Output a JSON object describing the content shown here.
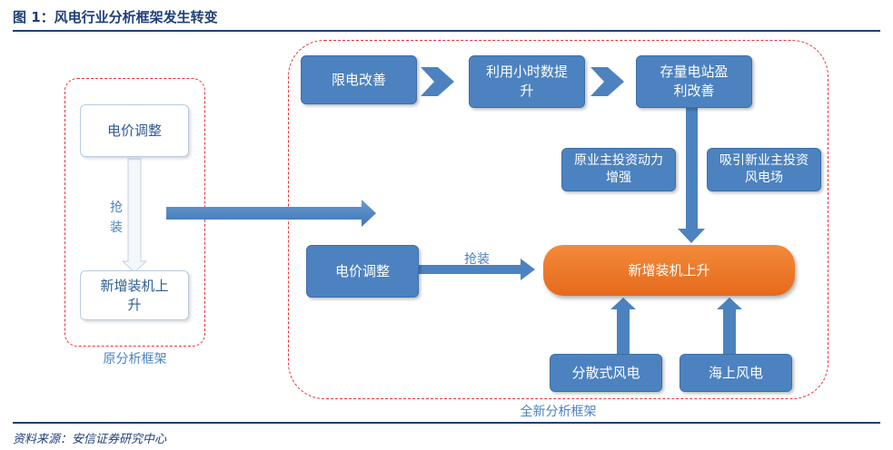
{
  "title": "图 1：风电行业分析框架发生转变",
  "source": "资料来源：安信证券研究中心",
  "old_framework": {
    "label": "原分析框架",
    "box_top": "电价调整",
    "arrow_label": "抢装",
    "box_bottom": "新增装机上升"
  },
  "new_framework": {
    "label": "全新分析框架",
    "top_row": [
      "限电改善",
      "利用小时数提升",
      "存量电站盈利改善"
    ],
    "side_left": "原业主投资动力增强",
    "side_right": "吸引新业主投资风电场",
    "center": "新增装机上升",
    "left_box": "电价调整",
    "arrow_label": "抢装",
    "bottom_row": [
      "分散式风电",
      "海上风电"
    ]
  },
  "colors": {
    "accent": "#4c82bf",
    "highlight": "#e66a1c",
    "frame": "#e8333a",
    "title": "#1f3f7a"
  }
}
